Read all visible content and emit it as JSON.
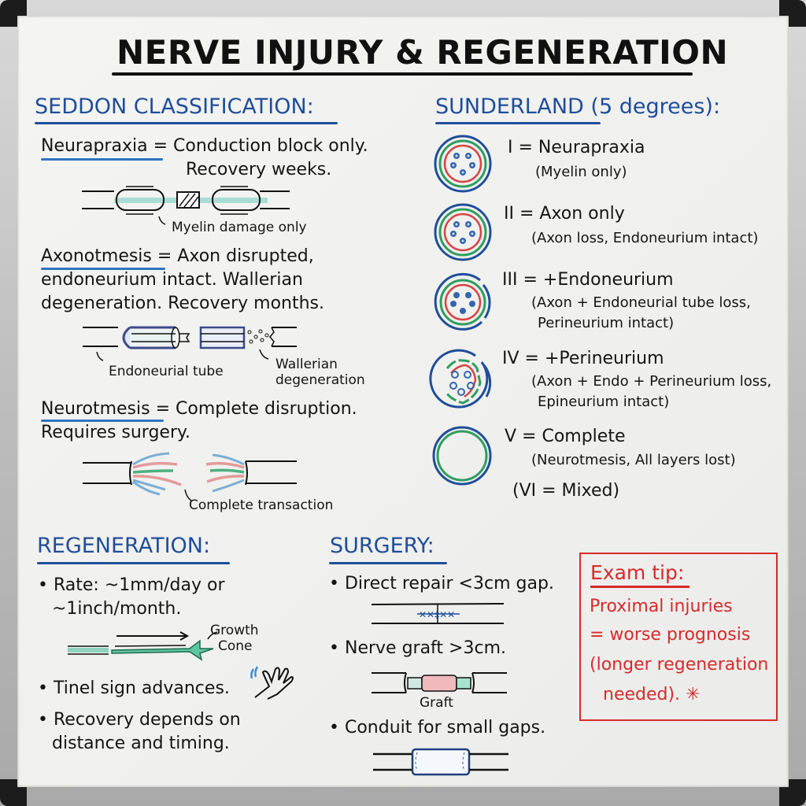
{
  "board": {
    "title": "NERVE INJURY & REGENERATION"
  },
  "seddon": {
    "heading": "SEDDON CLASSIFICATION:",
    "items": [
      {
        "term": "Neurapraxia",
        "line1": " = Conduction block only.",
        "line2": "Recovery weeks.",
        "figure_label": "Myelin damage only"
      },
      {
        "term": "Axonotmesis",
        "line1": " = Axon disrupted,",
        "line2": "endoneurium intact. Wallerian",
        "line3": "degeneration. Recovery months.",
        "figure_labels": [
          "Endoneurial tube",
          "Wallerian",
          "degeneration"
        ]
      },
      {
        "term": "Neurotmesis",
        "line1": " = Complete disruption.",
        "line2": "Requires surgery.",
        "figure_label": "Complete transaction"
      }
    ]
  },
  "sunderland": {
    "heading_main": "SUNDERLAND",
    "heading_rest": " (5 degrees):",
    "degrees": [
      {
        "label": "I = Neurapraxia",
        "detail1": "(Myelin only)",
        "detail2": ""
      },
      {
        "label": "II = Axon only",
        "detail1": "(Axon loss, Endoneurium intact)",
        "detail2": ""
      },
      {
        "label": "III = +Endoneurium",
        "detail1": "(Axon + Endoneurial tube loss,",
        "detail2": "Perineurium intact)"
      },
      {
        "label": "IV = +Perineurium",
        "detail1": "(Axon + Endo + Perineurium loss,",
        "detail2": "Epineurium intact)"
      },
      {
        "label": "V = Complete",
        "detail1": "(Neurotmesis, All layers lost)",
        "detail2": ""
      }
    ],
    "extra": "(VI = Mixed)"
  },
  "regeneration": {
    "heading": "REGENERATION:",
    "bullets": [
      {
        "line1": "Rate: ~1mm/day or",
        "line2": "~1inch/month."
      },
      {
        "line1": "Tinel sign advances.",
        "line2": ""
      },
      {
        "line1": "Recovery depends on",
        "line2": "distance and timing."
      }
    ],
    "figure_label1": "Growth",
    "figure_label2": "Cone"
  },
  "surgery": {
    "heading": "SURGERY:",
    "bullets": [
      "Direct repair <3cm gap.",
      "Nerve graft >3cm.",
      "Conduit for small gaps."
    ],
    "graft_label": "Graft"
  },
  "exam_tip": {
    "heading": "Exam tip:",
    "lines": [
      "Proximal injuries",
      "= worse prognosis",
      "(longer regeneration",
      "needed)."
    ],
    "star": "✳"
  },
  "colors": {
    "heading_blue": "#1f4e9a",
    "underline_blue": "#2f74c0",
    "tip_red": "#d62b2b",
    "ink": "#151515",
    "epineurium": "#1f4e9a",
    "perineurium": "#2e9e5e",
    "endoneurium": "#d64545",
    "myelin_teal": "#a9ddd3"
  }
}
